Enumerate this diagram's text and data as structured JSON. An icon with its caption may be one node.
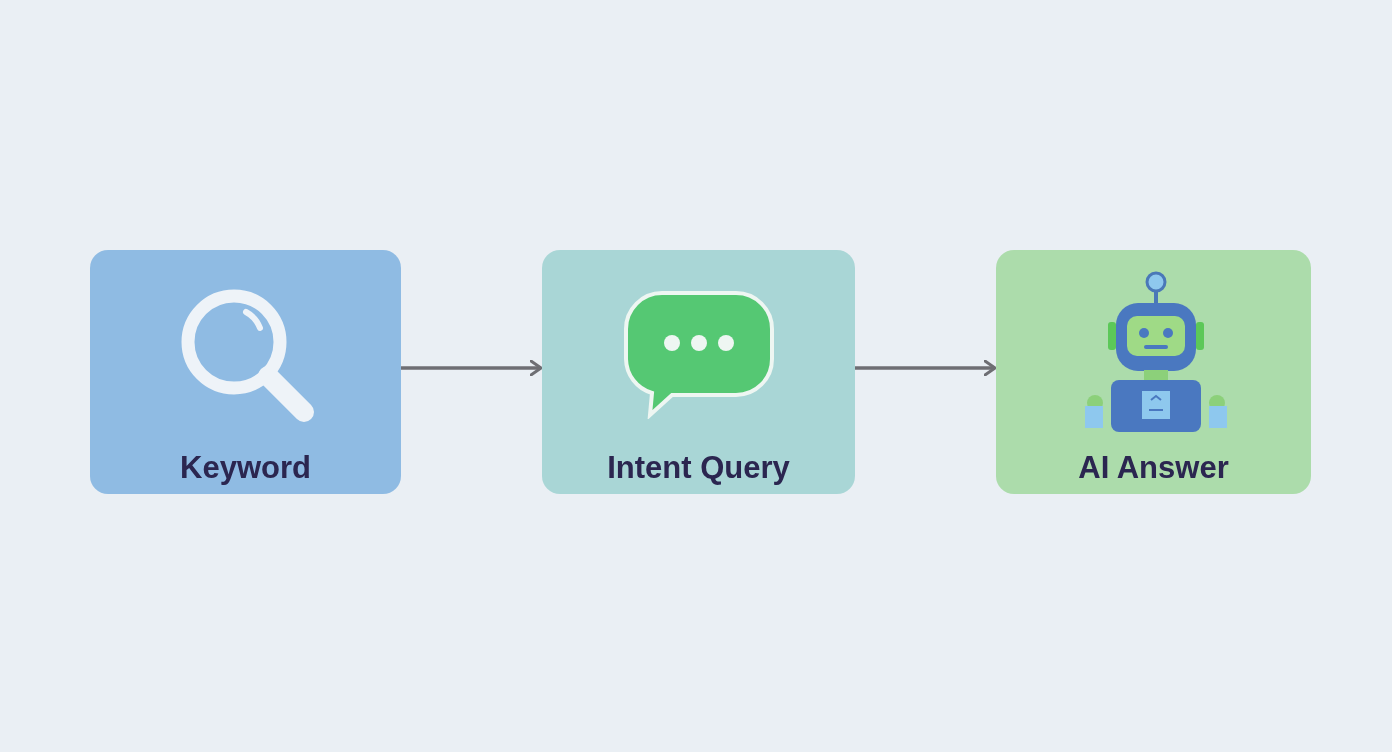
{
  "diagram": {
    "nodes": [
      {
        "text": [
          "Keyword"
        ]
      },
      {
        "text": [
          "Intent Query"
        ]
      },
      {
        "text": [
          "AI Answer"
        ]
      }
    ],
    "edges": [
      {
        "from": 0,
        "to": 1,
        "arrow": "to"
      },
      {
        "from": 1,
        "to": 2,
        "arrow": "to"
      }
    ]
  }
}
